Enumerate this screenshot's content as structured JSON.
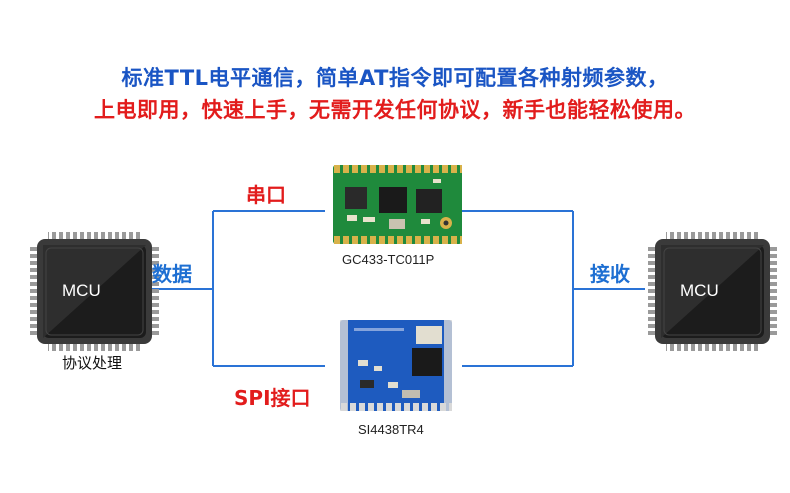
{
  "headline": {
    "line1": "标准TTL电平通信，简单AT指令即可配置各种射频参数，",
    "line2": "上电即用，快速上手，无需开发任何协议，新手也能轻松使用。"
  },
  "left_mcu": {
    "chip_label": "MCU",
    "caption": "协议处理"
  },
  "right_mcu": {
    "chip_label": "MCU"
  },
  "links": {
    "left_label": "数据",
    "top_label": "串口",
    "bottom_label": "SPI接口",
    "right_label": "接收"
  },
  "modules": {
    "top": {
      "name": "GC433-TC011P",
      "pcb_color": "#1f8a3c"
    },
    "bottom": {
      "name": "SI4438TR4",
      "pcb_color": "#1e5bbf"
    }
  },
  "colors": {
    "line": "#2a73d6",
    "red_text": "#e21c1c",
    "blue_text": "#1e6fd2",
    "headline_blue": "#1a55c4"
  }
}
